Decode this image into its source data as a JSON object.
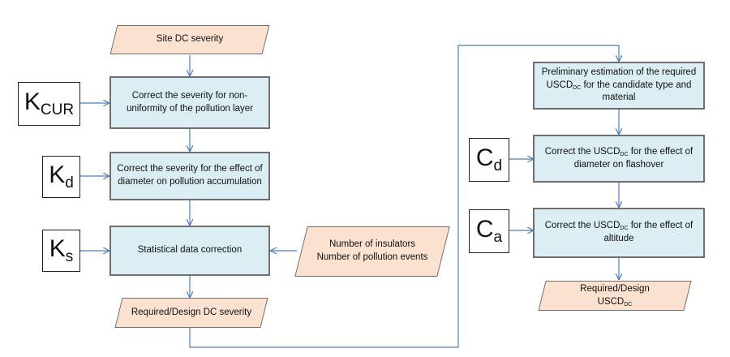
{
  "nodes": {
    "site_severity": "Site DC severity",
    "correct_nonuniformity": "Correct the severity for non-uniformity of the pollution layer",
    "correct_diameter": "Correct the severity for the effect of diameter on pollution accumulation",
    "statistical_correction": "Statistical data correction",
    "required_design_severity": "Required/Design DC severity",
    "num_insulators": "Number of insulators",
    "num_pollution_events": "Number of pollution events",
    "prelim_estimation": {
      "before": "Preliminary estimation of the required USCD",
      "sub": "DC",
      "after": " for the candidate type and material"
    },
    "correct_uscd_diameter": {
      "before": "Correct the USCD",
      "sub": "DC",
      "after": " for the effect of diameter on flashover"
    },
    "correct_uscd_altitude": {
      "before": "Correct the USCD",
      "sub": "DC",
      "after": " for the effect of altitude"
    },
    "required_design_uscd": {
      "line1": "Required/Design",
      "before": "USCD",
      "sub": "DC"
    }
  },
  "factors": {
    "k_cur": {
      "main": "K",
      "sub": "CUR"
    },
    "k_d": {
      "main": "K",
      "sub": "d"
    },
    "k_s": {
      "main": "K",
      "sub": "s"
    },
    "c_d": {
      "main": "C",
      "sub": "d"
    },
    "c_a": {
      "main": "C",
      "sub": "a"
    }
  },
  "colors": {
    "process_fill": "#daeef3",
    "io_fill": "#fbe1d0",
    "border": "#6f6f6f",
    "connector": "#4a7ebb"
  }
}
